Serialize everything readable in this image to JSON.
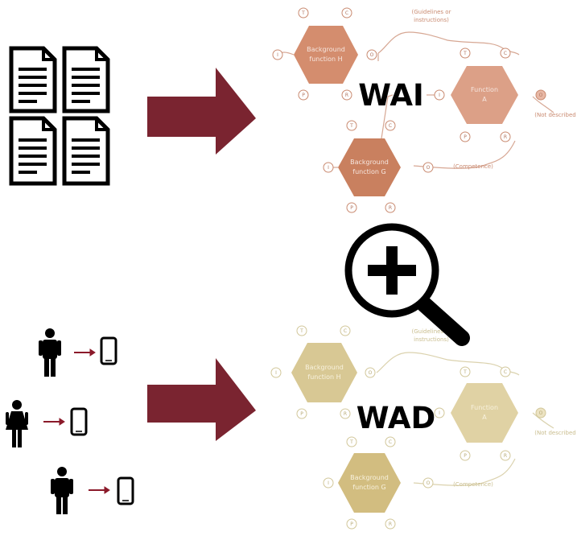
{
  "wai": {
    "label": "WAI",
    "color_fill": "#d48d6e",
    "color_line": "#c98a70",
    "func_h": {
      "line1": "Background",
      "line2": "function H"
    },
    "func_a": {
      "line1": "Function",
      "line2": "A"
    },
    "func_g": {
      "line1": "Background",
      "line2": "function G"
    },
    "guidelines": {
      "line1": "(Guidelines or",
      "line2": "instructions)"
    },
    "not_described": "(Not described",
    "competence": "(Competence)",
    "hex_letters": {
      "T": "T",
      "C": "C",
      "I": "I",
      "O": "O",
      "P": "P",
      "R": "R"
    }
  },
  "wad": {
    "label": "WAD",
    "color_fill": "#d8c894",
    "color_line": "#d2c79a",
    "func_h": {
      "line1": "Background",
      "line2": "function H"
    },
    "func_a": {
      "line1": "Function",
      "line2": "A"
    },
    "func_g": {
      "line1": "Background",
      "line2": "function G"
    },
    "guidelines": {
      "line1": "(Guidelines or",
      "line2": "instructions)"
    },
    "not_described": "(Not described",
    "competence": "(Competence)",
    "hex_letters": {
      "T": "T",
      "C": "C",
      "I": "I",
      "O": "O",
      "P": "P",
      "R": "R"
    }
  },
  "colors": {
    "arrow": "#7a2430",
    "icon": "#000000",
    "mini_arrow": "#8b1a2a"
  },
  "icons": {
    "documents": "document-icon",
    "person": "person-icon",
    "phone": "phone-icon",
    "magnifier": "magnifier-plus-icon"
  }
}
